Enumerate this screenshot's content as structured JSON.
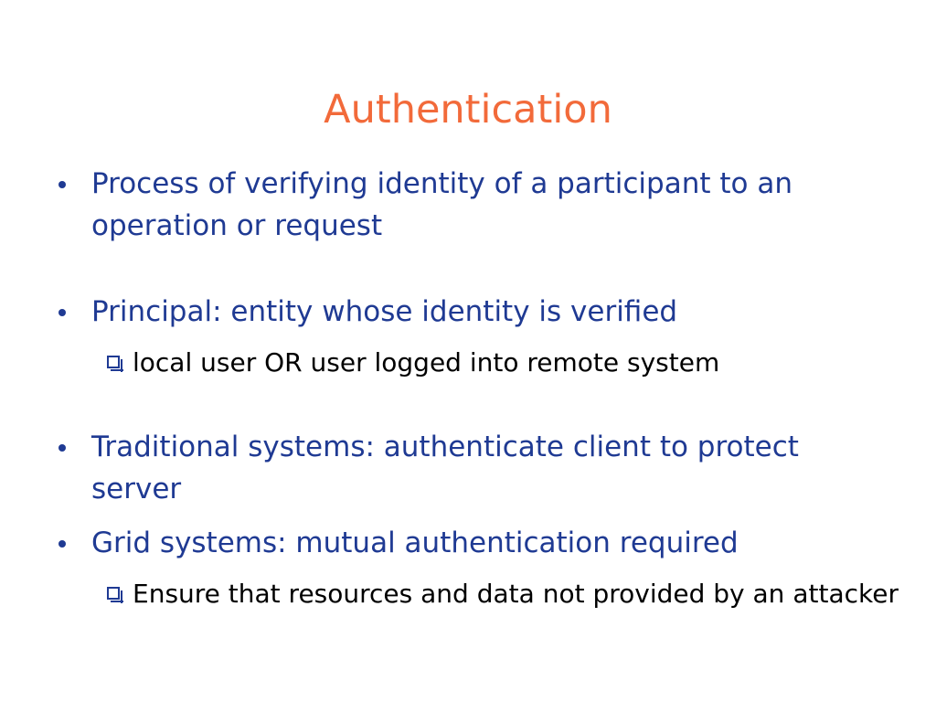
{
  "slide": {
    "title": "Authentication",
    "bullets": [
      {
        "text": "Process of verifying identity of a participant to an operation or request"
      },
      {
        "text": "Principal:  entity whose identity is verified",
        "sub": "local user OR user logged into remote system"
      },
      {
        "text": "Traditional systems:  authenticate client to protect server"
      },
      {
        "text": "Grid systems:  mutual authentication required",
        "sub": "Ensure that resources and data not provided by an attacker"
      }
    ]
  },
  "colors": {
    "title": "#f26a3a",
    "bullet_text": "#1f3a93",
    "sub_text": "#000000"
  },
  "icons": {
    "bullet": "bullet-dot-icon",
    "sub_bullet": "checkbox-square-icon"
  }
}
